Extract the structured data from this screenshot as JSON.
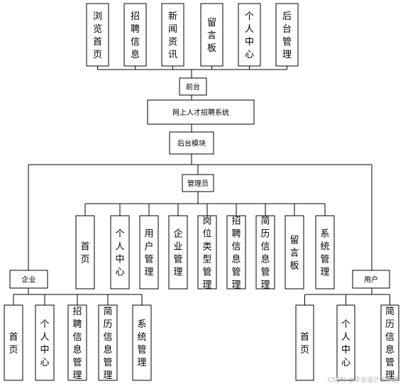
{
  "front_items": [
    "浏览首页",
    "招聘信息",
    "新闻资讯",
    "留言板",
    "个人中心",
    "后台管理"
  ],
  "front_label": "前台",
  "system_label": "网上人才招聘系统",
  "backend_label": "后台模块",
  "admin_label": "管理员",
  "admin_items": [
    "首页",
    "个人中心",
    "用户管理",
    "企业管理",
    "岗位类型管理",
    "招聘信息管理",
    "简历信息管理",
    "留言板",
    "系统管理"
  ],
  "company_label": "企业",
  "company_items": [
    "首页",
    "个人中心",
    "招聘信息管理",
    "简历信息管理",
    "系统管理"
  ],
  "user_label": "用户",
  "user_items": [
    "首页",
    "个人中心",
    "简历信息管理"
  ],
  "watermark": "CSDN @毕业设计工作室"
}
